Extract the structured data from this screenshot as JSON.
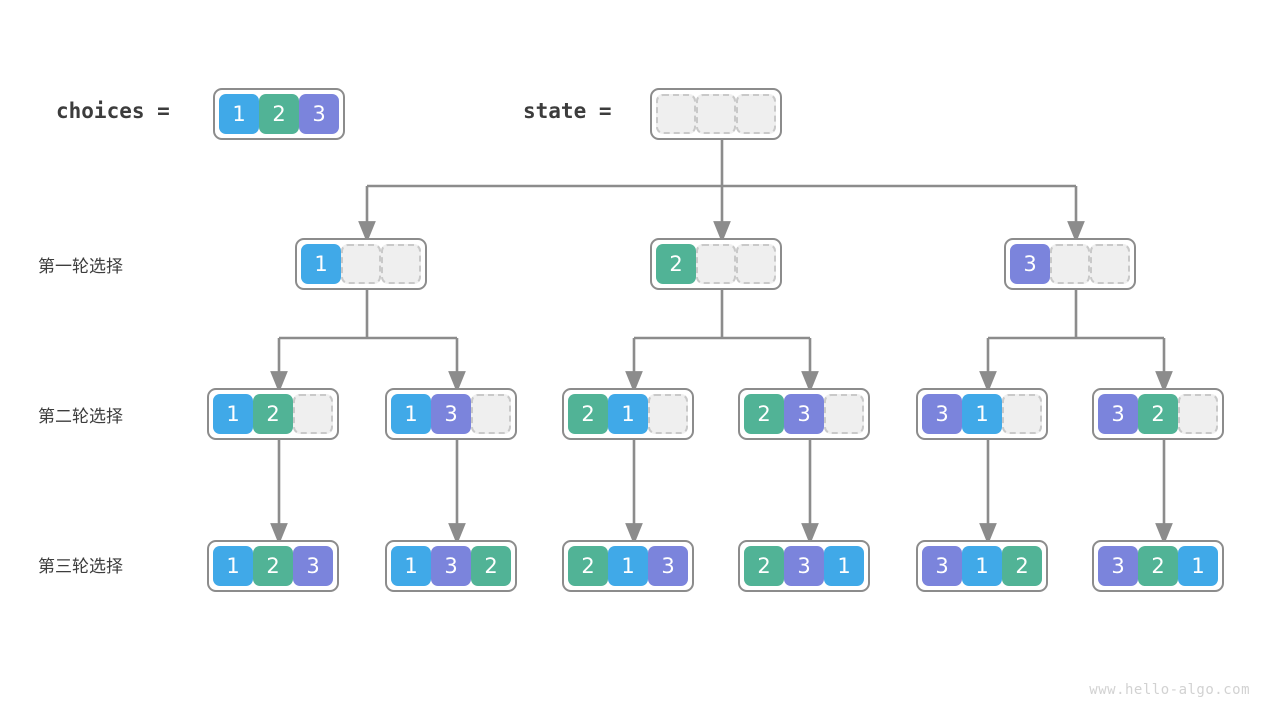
{
  "header": {
    "choices_label": "choices =",
    "state_label": "state =",
    "choices_values": [
      1,
      2,
      3
    ],
    "state_values": [
      0,
      0,
      0
    ]
  },
  "row_labels": [
    "第一轮选择",
    "第二轮选择",
    "第三轮选择"
  ],
  "colors": {
    "value_1": "#40a9e8",
    "value_2": "#51b396",
    "value_3": "#7b84dc",
    "empty_cell_fill": "#efefef",
    "empty_cell_border": "#c9c9c9",
    "node_border": "#8c8c8c",
    "edge_line": "#8c8c8c",
    "text": "#3c3c3c",
    "background": "#ffffff",
    "watermark": "#d2d2d2"
  },
  "tree": {
    "level1": [
      {
        "values": [
          1,
          0,
          0
        ]
      },
      {
        "values": [
          2,
          0,
          0
        ]
      },
      {
        "values": [
          3,
          0,
          0
        ]
      }
    ],
    "level2": [
      {
        "values": [
          1,
          2,
          0
        ]
      },
      {
        "values": [
          1,
          3,
          0
        ]
      },
      {
        "values": [
          2,
          1,
          0
        ]
      },
      {
        "values": [
          2,
          3,
          0
        ]
      },
      {
        "values": [
          3,
          1,
          0
        ]
      },
      {
        "values": [
          3,
          2,
          0
        ]
      }
    ],
    "level3": [
      {
        "values": [
          1,
          2,
          3
        ]
      },
      {
        "values": [
          1,
          3,
          2
        ]
      },
      {
        "values": [
          2,
          1,
          3
        ]
      },
      {
        "values": [
          2,
          3,
          1
        ]
      },
      {
        "values": [
          3,
          1,
          2
        ]
      },
      {
        "values": [
          3,
          2,
          1
        ]
      }
    ]
  },
  "watermark": "www.hello-algo.com"
}
